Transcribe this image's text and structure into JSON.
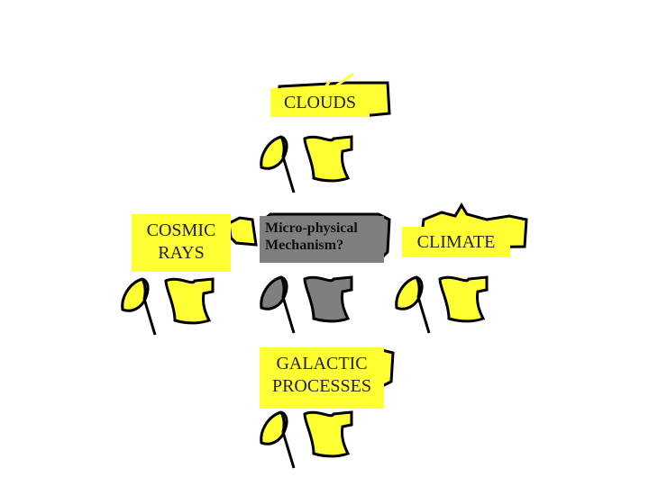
{
  "nodes": {
    "clouds": "CLOUDS",
    "cosmic_rays": "COSMIC RAYS",
    "climate": "CLIMATE",
    "mechanism_line1": "Micro-physical",
    "mechanism_line2": "Mechanism?",
    "galactic_processes": "GALACTIC PROCESSES"
  },
  "colors": {
    "yellow_fill": "#ffff33",
    "grey_fill": "#7f7f7f",
    "outline": "#000000"
  }
}
